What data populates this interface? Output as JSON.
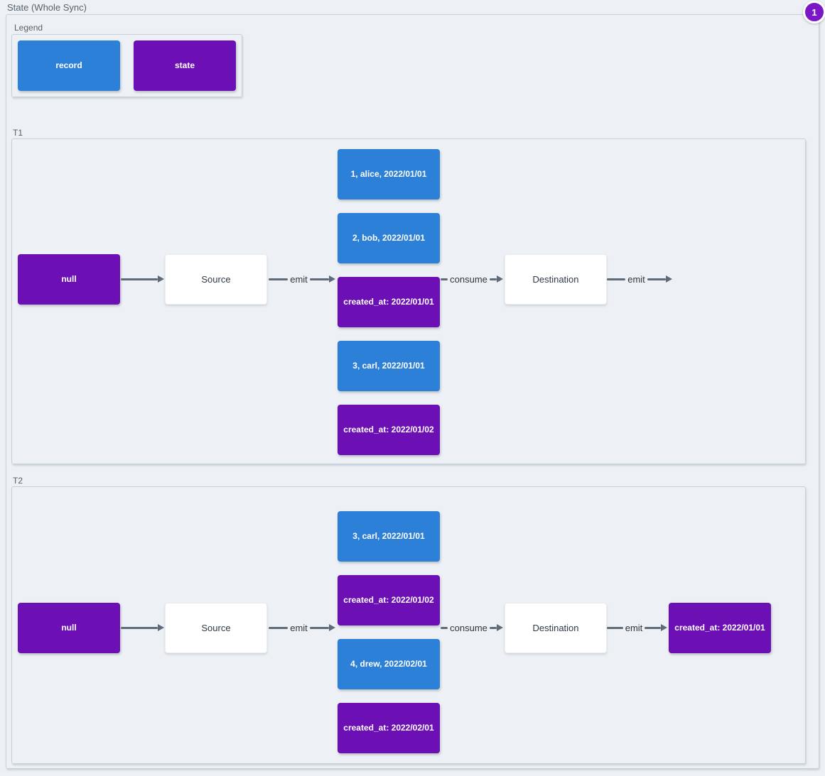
{
  "page": {
    "title": "State (Whole Sync)",
    "badge": "1"
  },
  "colors": {
    "background": "#edf1f5",
    "record": "#2d80d8",
    "state": "#6c10b6",
    "badge": "#7b17c6",
    "node_text": "#ffffff",
    "plain_node_bg": "#ffffff",
    "plain_node_text": "#2e3a48",
    "edge": "#5f6b78",
    "edge_label": "#30363d",
    "container_border": "#c8d0d9",
    "section_label": "#57616c"
  },
  "legend": {
    "title": "Legend",
    "items": [
      {
        "label": "record",
        "type": "record"
      },
      {
        "label": "state",
        "type": "state"
      }
    ]
  },
  "t1": {
    "title": "T1",
    "start": "null",
    "source": "Source",
    "destination": "Destination",
    "edge_labels": {
      "emit_in": "emit",
      "consume": "consume",
      "emit_out": "emit"
    },
    "stack": [
      {
        "label": "1, alice, 2022/01/01",
        "type": "record"
      },
      {
        "label": "2, bob, 2022/01/01",
        "type": "record"
      },
      {
        "label": "created_at: 2022/01/01",
        "type": "state"
      },
      {
        "label": "3, carl, 2022/01/01",
        "type": "record"
      },
      {
        "label": "created_at: 2022/01/02",
        "type": "state"
      }
    ]
  },
  "t2": {
    "title": "T2",
    "start": "null",
    "source": "Source",
    "destination": "Destination",
    "edge_labels": {
      "emit_in": "emit",
      "consume": "consume",
      "emit_out": "emit"
    },
    "stack": [
      {
        "label": "3, carl, 2022/01/01",
        "type": "record"
      },
      {
        "label": "created_at: 2022/01/02",
        "type": "state"
      },
      {
        "label": "4, drew, 2022/02/01",
        "type": "record"
      },
      {
        "label": "created_at: 2022/02/01",
        "type": "state"
      }
    ],
    "result": {
      "label": "created_at: 2022/01/01",
      "type": "state"
    }
  }
}
